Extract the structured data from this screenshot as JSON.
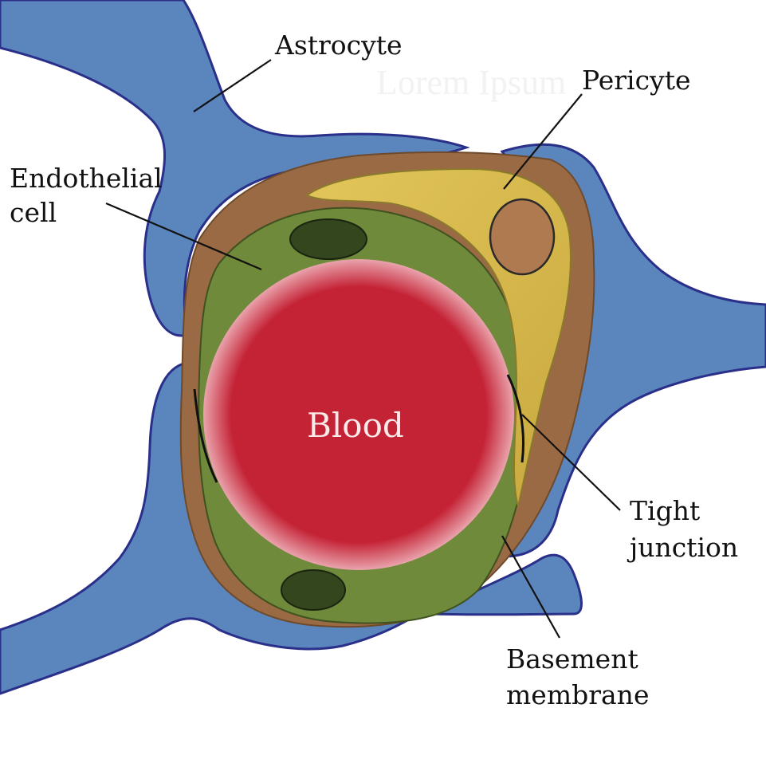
{
  "labels": {
    "astrocyte": "Astrocyte",
    "pericyte": "Pericyte",
    "endothelial_line1": "Endothelial",
    "endothelial_line2": "cell",
    "blood": "Blood",
    "tight_line1": "Tight",
    "tight_line2": "junction",
    "basement_line1": "Basement",
    "basement_line2": "membrane"
  },
  "watermark": "Lorem Ipsum",
  "colors": {
    "astrocyte": "#5b86bd",
    "astrocyte_outline": "#2a2f8a",
    "basement_membrane": "#9a6a44",
    "endothelial": "#6f8a3a",
    "endothelial_nucleus": "#33461e",
    "pericyte": "#d2b44a",
    "pericyte_nucleus": "#b07a50",
    "blood": "#c42235"
  }
}
